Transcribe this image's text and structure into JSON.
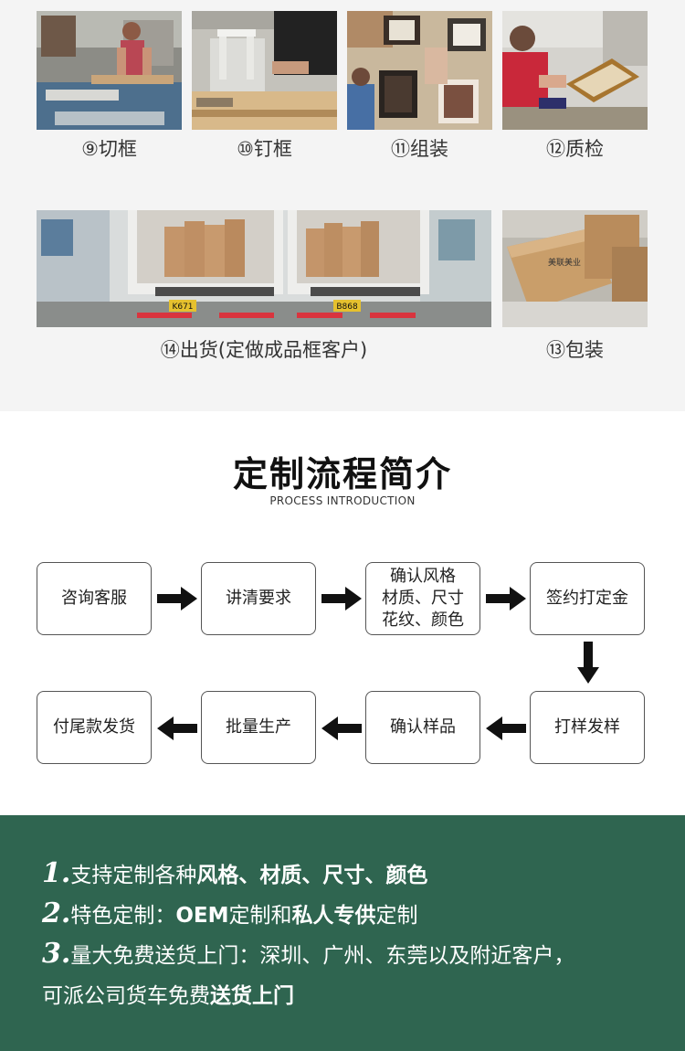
{
  "process_photos": [
    {
      "id": "cut",
      "caption": "⑨切框",
      "icon": "frame-cutting-photo"
    },
    {
      "id": "nail",
      "caption": "⑩钉框",
      "icon": "frame-nailing-photo"
    },
    {
      "id": "assemble",
      "caption": "⑪组装",
      "icon": "frame-assembly-photo"
    },
    {
      "id": "inspect",
      "caption": "⑫质检",
      "icon": "quality-inspection-photo"
    },
    {
      "id": "ship",
      "caption": "⑭出货(定做成品框客户)",
      "icon": "delivery-trucks-photo"
    },
    {
      "id": "pack",
      "caption": "⑬包装",
      "icon": "packing-boxes-photo"
    }
  ],
  "truck_plates": [
    "K671",
    "B868"
  ],
  "box_print": "美联美业",
  "intro": {
    "title": "定制流程简介",
    "subtitle": "PROCESS INTRODUCTION"
  },
  "steps": [
    {
      "id": "consult",
      "label": "咨询客服"
    },
    {
      "id": "requirements",
      "label": "讲清要求"
    },
    {
      "id": "confirm-style",
      "label": "确认风格\n材质、尺寸\n花纹、颜色"
    },
    {
      "id": "deposit",
      "label": "签约打定金"
    },
    {
      "id": "sample",
      "label": "打样发样"
    },
    {
      "id": "confirm-sample",
      "label": "确认样品"
    },
    {
      "id": "production",
      "label": "批量生产"
    },
    {
      "id": "final-payment",
      "label": "付尾款发货"
    }
  ],
  "notes": {
    "n1": {
      "num": "1.",
      "a": "支持定制各种",
      "b": "风格、材质、尺寸、颜色"
    },
    "n2": {
      "num": "2.",
      "a": "特色定制：",
      "b": "OEM",
      "c": "定制和",
      "d": "私人专供",
      "e": "定制"
    },
    "n3": {
      "num": "3.",
      "a": "量大免费送货上门：深圳、广州、东莞以及附近客户，"
    },
    "n4": {
      "a": "可派公司货车免费",
      "b": "送货上门"
    }
  },
  "colors": {
    "section_bg": "#f4f4f4",
    "notes_bg": "#2f6550",
    "arrow": "#111111",
    "box_border": "#555555"
  }
}
